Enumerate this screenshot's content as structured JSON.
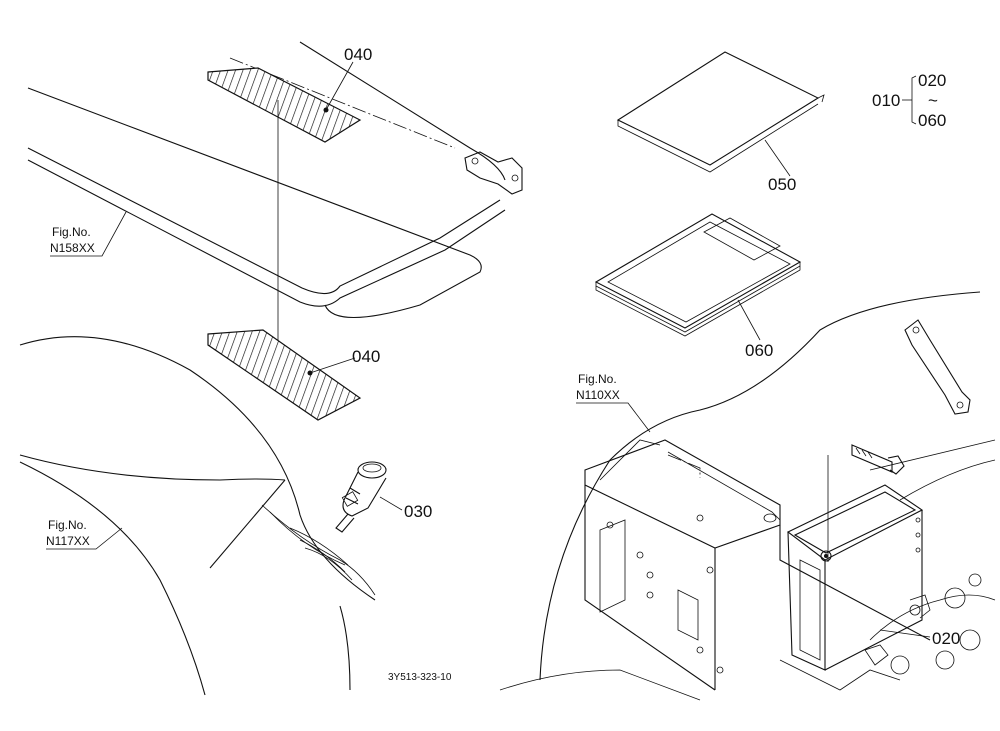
{
  "parts": {
    "p010": "010",
    "p020": "020",
    "p020_range_start": "020",
    "tilde": "~",
    "p030": "030",
    "p040_top": "040",
    "p040_bottom": "040",
    "p050": "050",
    "p060": "060",
    "p060_range_end": "060"
  },
  "figure_refs": {
    "n158": {
      "label": "Fig.No.",
      "code": "N158XX"
    },
    "n117": {
      "label": "Fig.No.",
      "code": "N117XX"
    },
    "n110": {
      "label": "Fig.No.",
      "code": "N110XX"
    }
  },
  "drawing_code": "3Y513-323-10"
}
